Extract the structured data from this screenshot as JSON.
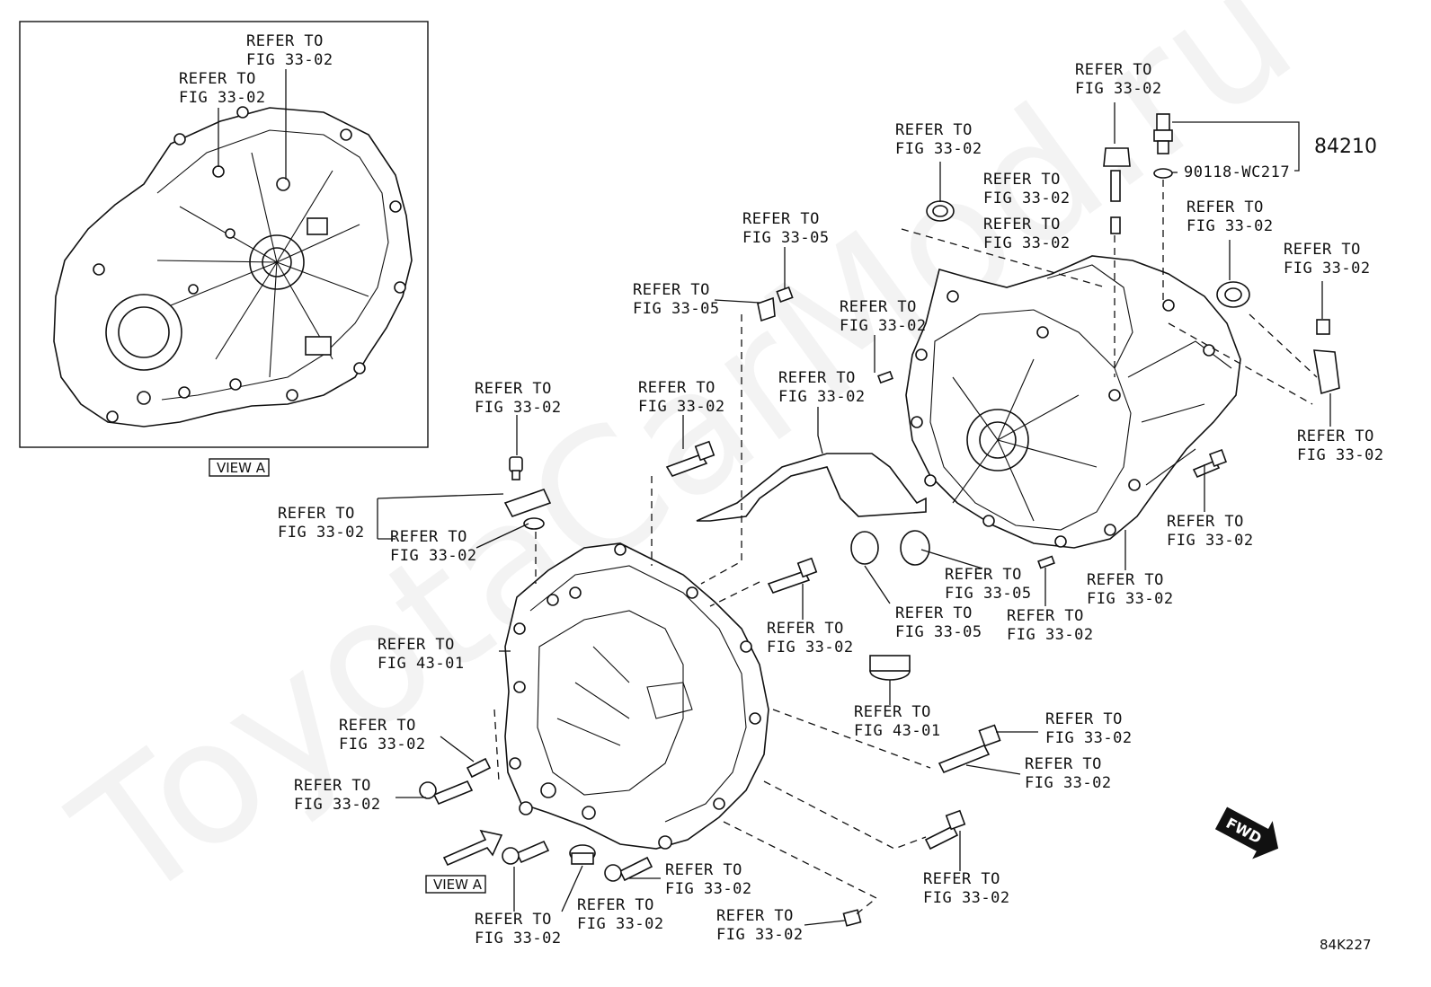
{
  "diagram": {
    "watermark": "ToyotaCarMod.ru",
    "diagram_code": "84K227",
    "view_label": "VIEW A",
    "fwd_label": "FWD",
    "part_number_main": "84210",
    "part_number_sub": "90118-WC217",
    "refer": {
      "fig_33_02": [
        "REFER TO",
        "FIG 33-02"
      ],
      "fig_33_05": [
        "REFER TO",
        "FIG 33-05"
      ],
      "fig_43_01": [
        "REFER TO",
        "FIG 43-01"
      ]
    }
  }
}
